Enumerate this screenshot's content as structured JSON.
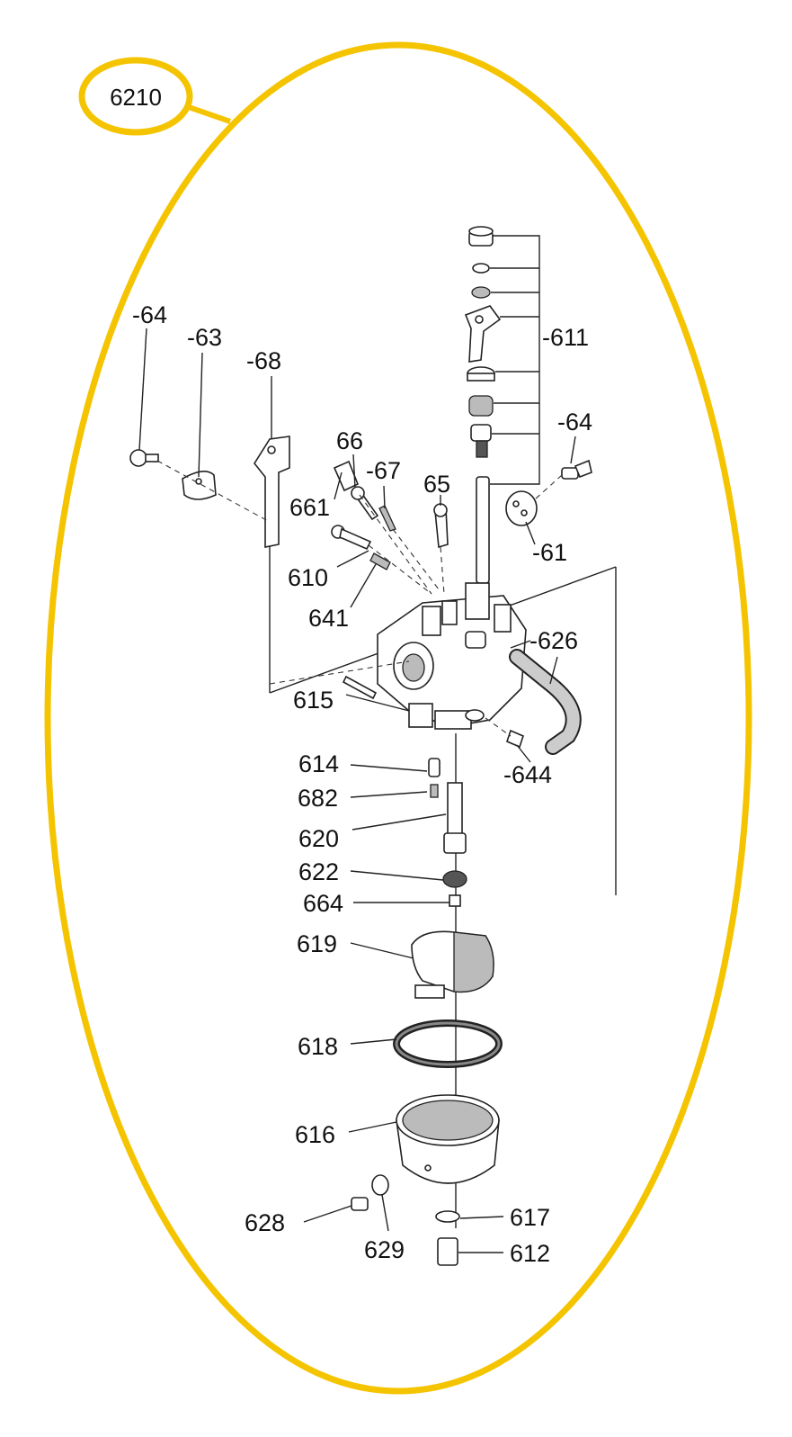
{
  "assembly": {
    "number": "6210",
    "outline_color": "#F5C400"
  },
  "labels": {
    "p64a": "-64",
    "p63": "-63",
    "p68": "-68",
    "p66": "66",
    "p67": "-67",
    "p661": "661",
    "p65": "65",
    "p611": "-611",
    "p64b": "-64",
    "p61": "-61",
    "p610": "610",
    "p641": "641",
    "p626": "-626",
    "p615": "615",
    "p644": "-644",
    "p614": "614",
    "p682": "682",
    "p620": "620",
    "p622": "622",
    "p664": "664",
    "p619": "619",
    "p618": "618",
    "p616": "616",
    "p617": "617",
    "p628": "628",
    "p629": "629",
    "p612": "612"
  }
}
